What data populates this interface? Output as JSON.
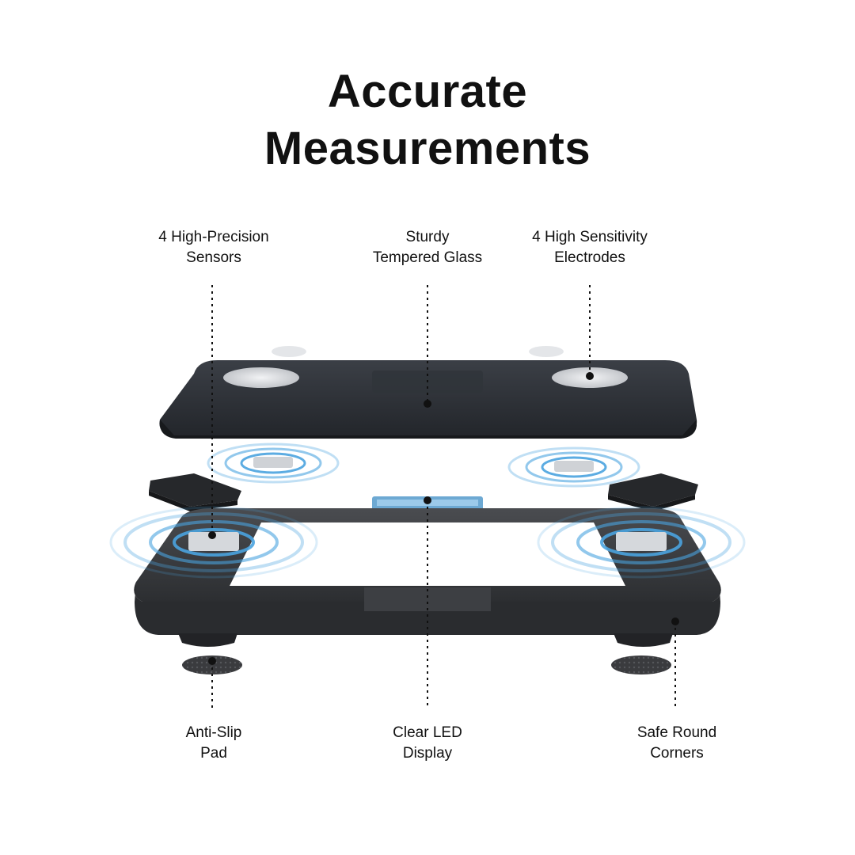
{
  "title": {
    "line1": "Accurate",
    "line2": "Measurements"
  },
  "callouts": {
    "top_left": {
      "line1": "4 High-Precision",
      "line2": "Sensors"
    },
    "top_center": {
      "line1": "Sturdy",
      "line2": "Tempered Glass"
    },
    "top_right": {
      "line1": "4 High Sensitivity",
      "line2": "Electrodes"
    },
    "bottom_left": {
      "line1": "Anti-Slip",
      "line2": "Pad"
    },
    "bottom_center": {
      "line1": "Clear LED",
      "line2": "Display"
    },
    "bottom_right": {
      "line1": "Safe Round",
      "line2": "Corners"
    }
  },
  "colors": {
    "scale_body": "#2b2e33",
    "frame": "#3a3c40",
    "accent_ring": "#4aa3df",
    "electrode": "#cfd2d6"
  }
}
